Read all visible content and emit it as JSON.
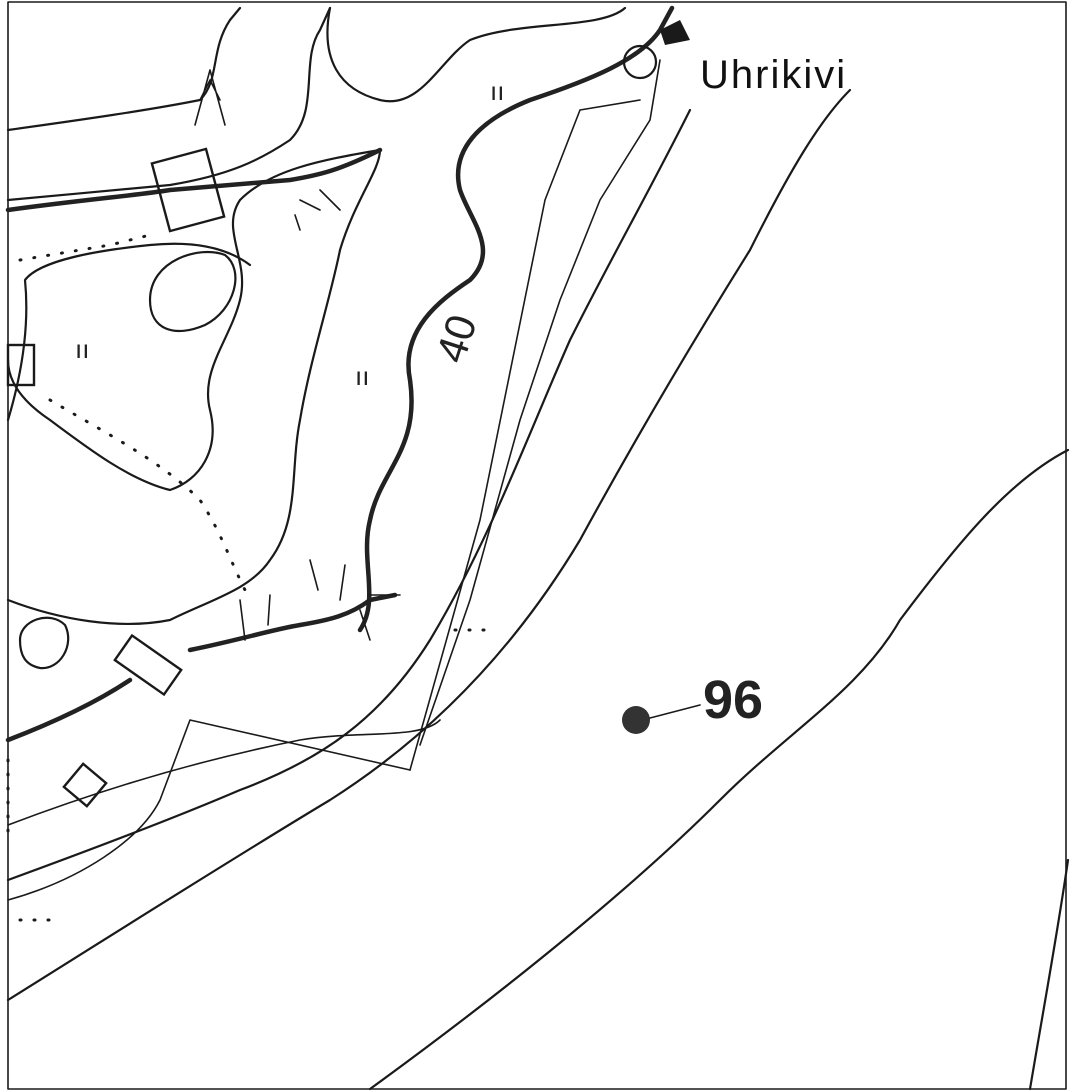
{
  "map": {
    "place_label": "Uhrikivi",
    "contour_label": "40",
    "site_number": "96",
    "grass_symbol": "ıı",
    "ink_color": "#1a1a1a",
    "paper_color": "#ffffff"
  }
}
